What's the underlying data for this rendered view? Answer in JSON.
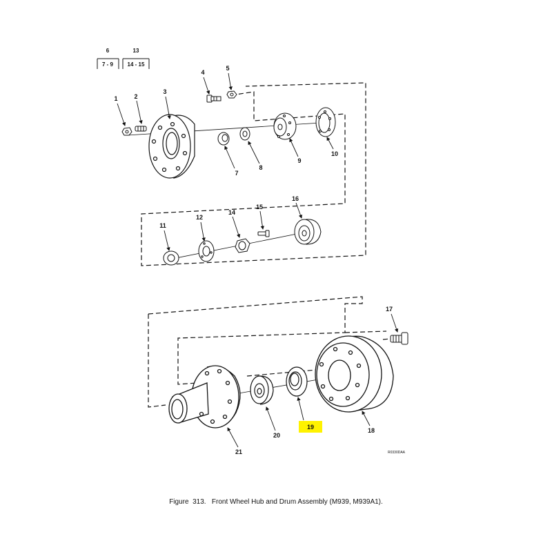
{
  "figure": {
    "caption_prefix": "Figure  313.",
    "caption_title": "Front Wheel Hub and Drum Assembly (M939, M939A1).",
    "drawing_code": "R0330DAA"
  },
  "references": [
    {
      "number": "6",
      "range": "7 - 9"
    },
    {
      "number": "13",
      "range": "14 - 15"
    }
  ],
  "callouts": [
    "1",
    "2",
    "3",
    "4",
    "5",
    "7",
    "8",
    "9",
    "10",
    "11",
    "12",
    "14",
    "15",
    "16",
    "17",
    "18",
    "19",
    "20",
    "21"
  ],
  "highlight": {
    "item": "19",
    "color": "#fff200"
  }
}
